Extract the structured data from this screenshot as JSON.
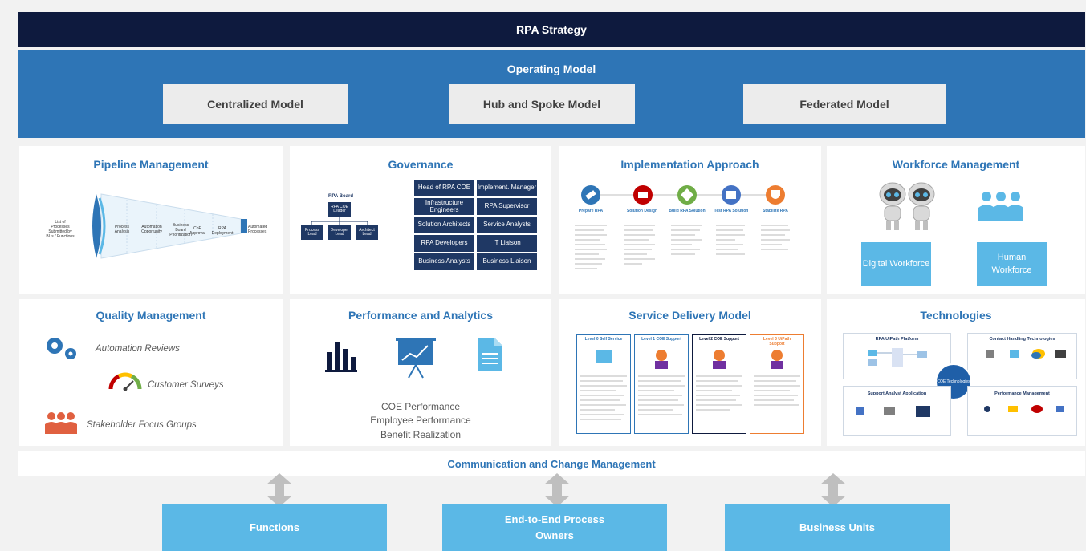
{
  "strategy": {
    "title": "RPA Strategy"
  },
  "operating_model": {
    "title": "Operating Model",
    "models": [
      "Centralized Model",
      "Hub and Spoke Model",
      "Federated Model"
    ]
  },
  "pipeline": {
    "title": "Pipeline Management",
    "start_label": "List of Processes Submitted by BUs / Functions",
    "stages": [
      "Process Analysis",
      "Automation Opportunity",
      "Business Board Prioritization",
      "CoE Approval",
      "RPA Deployment"
    ],
    "end_label": "Automated Processes"
  },
  "governance": {
    "title": "Governance",
    "board_title": "RPA Board",
    "leader": "RPA COE Leader",
    "leads": [
      "Process Lead",
      "Developer Lead",
      "Architect Lead"
    ],
    "roles_left": [
      "Head of RPA COE",
      "Infrastructure Engineers",
      "Solution Architects",
      "RPA Developers",
      "Business Analysts"
    ],
    "roles_right": [
      "Implement. Manager",
      "RPA Supervisor",
      "Service Analysts",
      "IT Liaison",
      "Business Liaison"
    ]
  },
  "implementation": {
    "title": "Implementation Approach",
    "steps": [
      "Prepare RPA",
      "Solution Design",
      "Build RPA Solution",
      "Test RPA Solution",
      "Stabilize RPA"
    ],
    "colors": [
      "#2e75b6",
      "#c00000",
      "#70ad47",
      "#4472c4",
      "#ed7d31"
    ]
  },
  "workforce": {
    "title": "Workforce Management",
    "digital_label": "Digital Workforce",
    "human_label": "Human Workforce"
  },
  "quality": {
    "title": "Quality Management",
    "items": [
      "Automation Reviews",
      "Customer Surveys",
      "Stakeholder Focus Groups"
    ]
  },
  "performance": {
    "title": "Performance and Analytics",
    "lines": [
      "COE Performance",
      "Employee Performance",
      "Benefit Realization"
    ]
  },
  "service_delivery": {
    "title": "Service Delivery Model",
    "levels": [
      "Level 0 Self Service",
      "Level 1 COE Support",
      "Level 2 COE Support",
      "Level 3 UiPath Support"
    ]
  },
  "technologies": {
    "title": "Technologies",
    "center": "COE Technologies",
    "groups": [
      "RPA UiPath Platform",
      "Contact Handling Technologies",
      "Support Analyst Application",
      "Performance Management"
    ]
  },
  "communication": {
    "title": "Communication and Change Management"
  },
  "bottom": [
    "Functions",
    "End-to-End Process Owners",
    "Business Units"
  ],
  "colors": {
    "navy": "#0e1a3e",
    "blue": "#2e75b6",
    "light_blue": "#5bb8e6",
    "gray": "#ececec"
  }
}
